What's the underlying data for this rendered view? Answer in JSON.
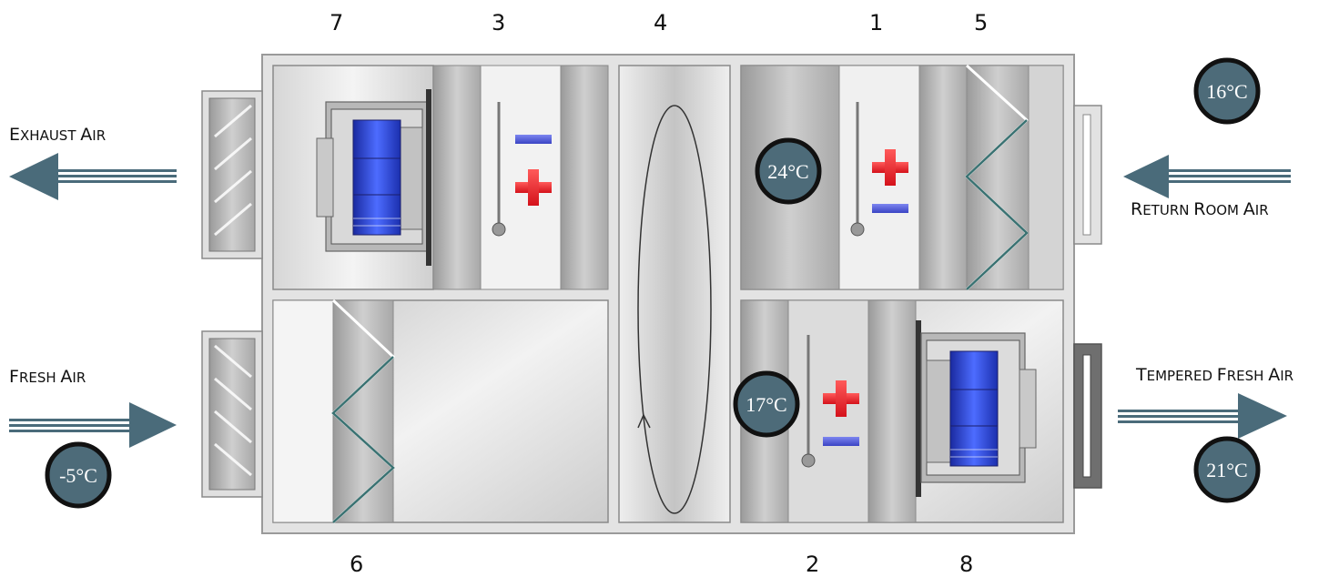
{
  "section_numbers": {
    "n7": "7",
    "n3": "3",
    "n4": "4",
    "n1": "1",
    "n5": "5",
    "n6": "6",
    "n2": "2",
    "n8": "8"
  },
  "labels": {
    "exhaust_air": {
      "first_big": "E",
      "first_small": "XHAUST ",
      "second_big": "A",
      "second_small": "IR"
    },
    "return_room_air": {
      "w1_big": "R",
      "w1_small": "ETURN ",
      "w2_big": "R",
      "w2_small": "OOM ",
      "w3_big": "A",
      "w3_small": "IR"
    },
    "fresh_air": {
      "w1_big": "F",
      "w1_small": "RESH ",
      "w2_big": "A",
      "w2_small": "IR"
    },
    "tempered_fresh_air": {
      "w1_big": "T",
      "w1_small": "EMPERED ",
      "w2_big": "F",
      "w2_small": "RESH ",
      "w3_big": "A",
      "w3_small": "IR"
    }
  },
  "temperatures": {
    "return_room": "16°C",
    "after_coil_top": "24°C",
    "after_coil_bottom": "17°C",
    "fresh": "-5°C",
    "tempered": "21°C"
  },
  "colors": {
    "arrow": "#4a6b7a",
    "temp_badge": "#4d6b79",
    "fan_blue": "#3355dd",
    "plus_red": "#e8202a",
    "minus_blue": "#4450d0"
  },
  "icons": [
    "fan-icon",
    "thermometer-icon",
    "plus-icon",
    "minus-icon",
    "filter-icon",
    "rotary-wheel-icon",
    "damper-icon",
    "arrow-icon"
  ]
}
